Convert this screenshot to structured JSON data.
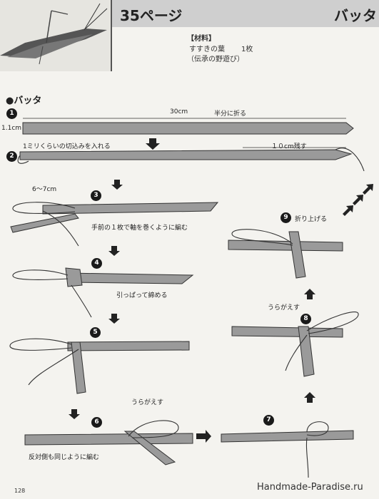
{
  "header": {
    "title": "35ページ",
    "title_right": "バッタ",
    "materials_heading": "【材料】",
    "material_item": "すすきの葉",
    "material_qty": "1枚",
    "material_note": "（伝承の野遊び）"
  },
  "section_title": "●バッタ",
  "steps": {
    "s1": {
      "num": "1",
      "length": "30cm",
      "width": "1.1cm",
      "note": "半分に折る"
    },
    "s2": {
      "num": "2",
      "note": "1ミリくらいの切込みを入れる",
      "remain": "１０cm残す"
    },
    "s3": {
      "num": "3",
      "size": "6〜7cm",
      "note": "手前の１枚で軸を巻くように編む"
    },
    "s4": {
      "num": "4",
      "note": "引っぱって締める"
    },
    "s5": {
      "num": "5",
      "flip": "うらがえす"
    },
    "s6": {
      "num": "6",
      "note": "反対側も同じように編む"
    },
    "s7": {
      "num": "7"
    },
    "s8": {
      "num": "8",
      "flip": "うらがえす"
    },
    "s9": {
      "num": "9",
      "note": "折り上げる"
    }
  },
  "footer": {
    "page_number": "128",
    "site": "Handmade-Paradise.ru"
  }
}
